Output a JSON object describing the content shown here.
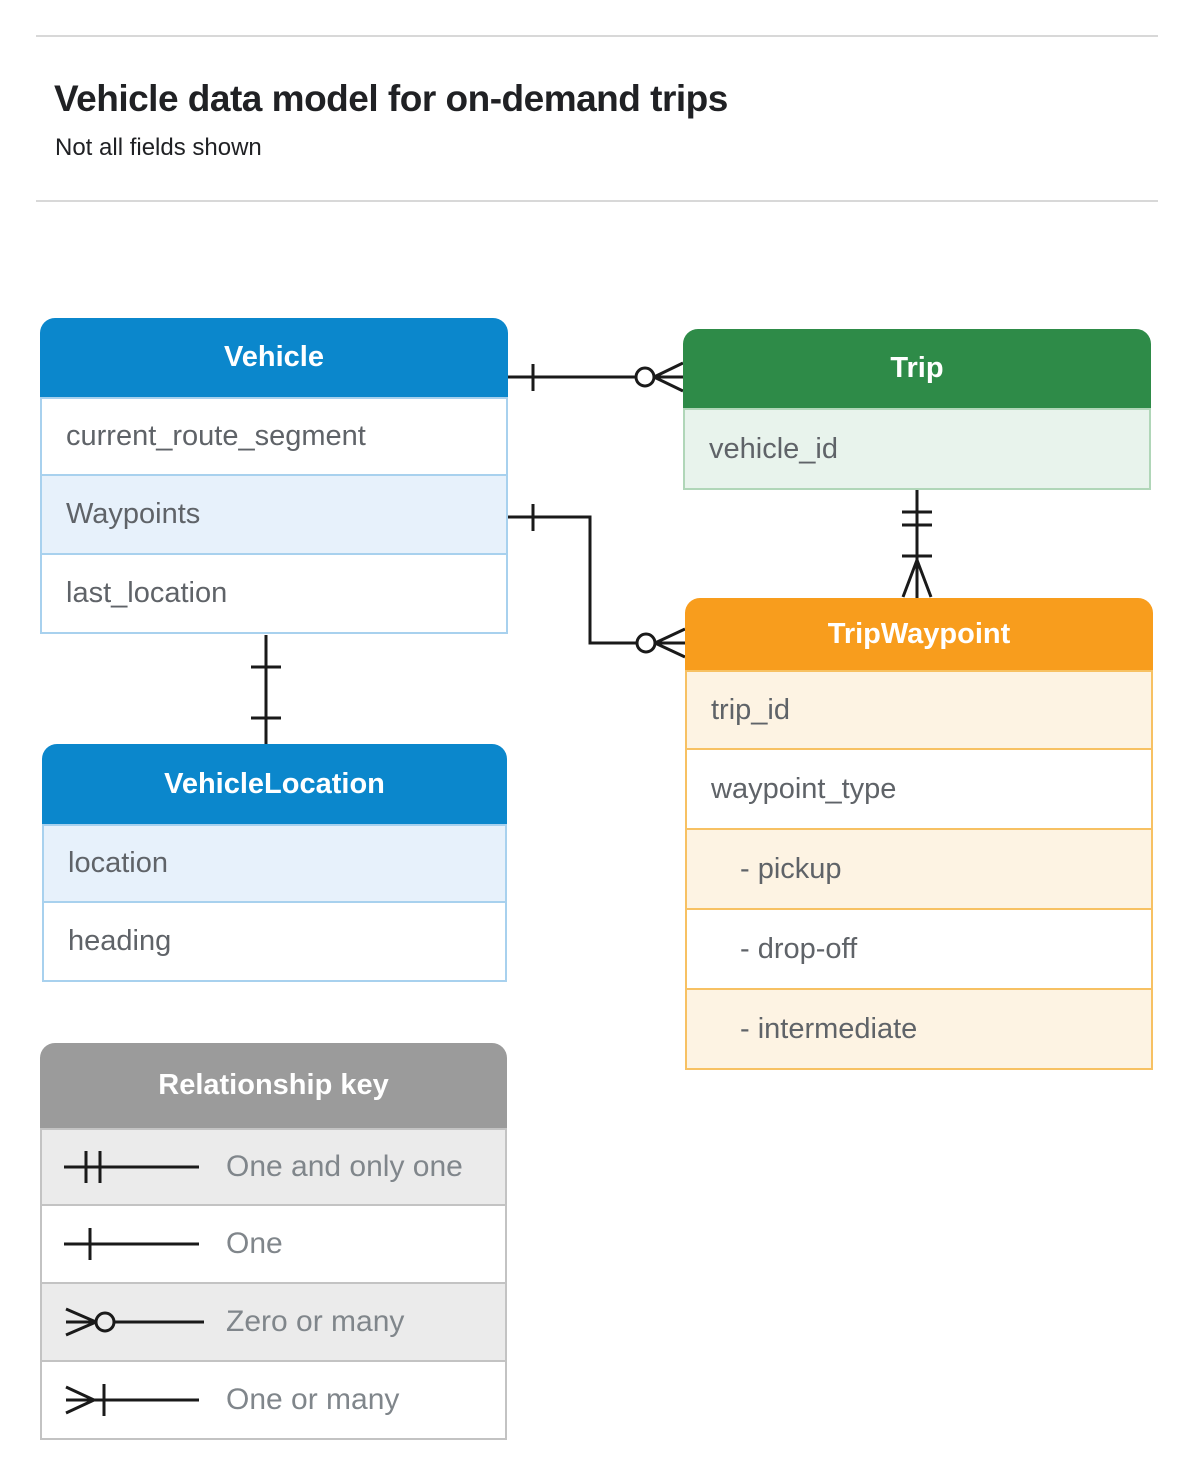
{
  "page": {
    "title": "Vehicle data model for on-demand trips",
    "subtitle": "Not all fields shown"
  },
  "tables": {
    "vehicle": {
      "title": "Vehicle",
      "fields": [
        "current_route_segment",
        "Waypoints",
        "last_location"
      ]
    },
    "trip": {
      "title": "Trip",
      "fields": [
        "vehicle_id"
      ]
    },
    "tripWaypoint": {
      "title": "TripWaypoint",
      "fields": [
        "trip_id",
        "waypoint_type",
        "- pickup",
        "- drop-off",
        "- intermediate"
      ]
    },
    "vehicleLocation": {
      "title": "VehicleLocation",
      "fields": [
        "location",
        "heading"
      ]
    }
  },
  "relationships": [
    {
      "from": "Vehicle",
      "to": "Trip",
      "from_end": "one",
      "to_end": "zero-or-many"
    },
    {
      "from": "Vehicle.Waypoints",
      "to": "TripWaypoint",
      "from_end": "one",
      "to_end": "zero-or-many"
    },
    {
      "from": "Trip",
      "to": "TripWaypoint",
      "from_end": "one-and-only-one",
      "to_end": "one-or-many"
    },
    {
      "from": "Vehicle",
      "to": "VehicleLocation",
      "from_end": "one",
      "to_end": "one"
    }
  ],
  "legend": {
    "title": "Relationship key",
    "items": [
      {
        "symbol": "one-and-only-one",
        "label": "One and only one"
      },
      {
        "symbol": "one",
        "label": "One"
      },
      {
        "symbol": "zero-or-many",
        "label": "Zero or many"
      },
      {
        "symbol": "one-or-many",
        "label": "One or many"
      }
    ]
  },
  "colors": {
    "vehicle_header": "#0b87cc",
    "vehicle_row_tint": "#e7f1fb",
    "vehicle_border": "#a8d1ee",
    "trip_header": "#2e8b48",
    "trip_row_tint": "#e8f3ec",
    "trip_border": "#b0d6b8",
    "waypoint_header": "#f89d1d",
    "waypoint_row_tint": "#fdf3e3",
    "waypoint_border": "#f7c163",
    "legend_header": "#9b9b9b",
    "legend_row_tint": "#ebebeb",
    "connector": "#1a1a1a",
    "field_text": "#5f6368",
    "legend_text": "#80868b",
    "title_text": "#202124"
  }
}
